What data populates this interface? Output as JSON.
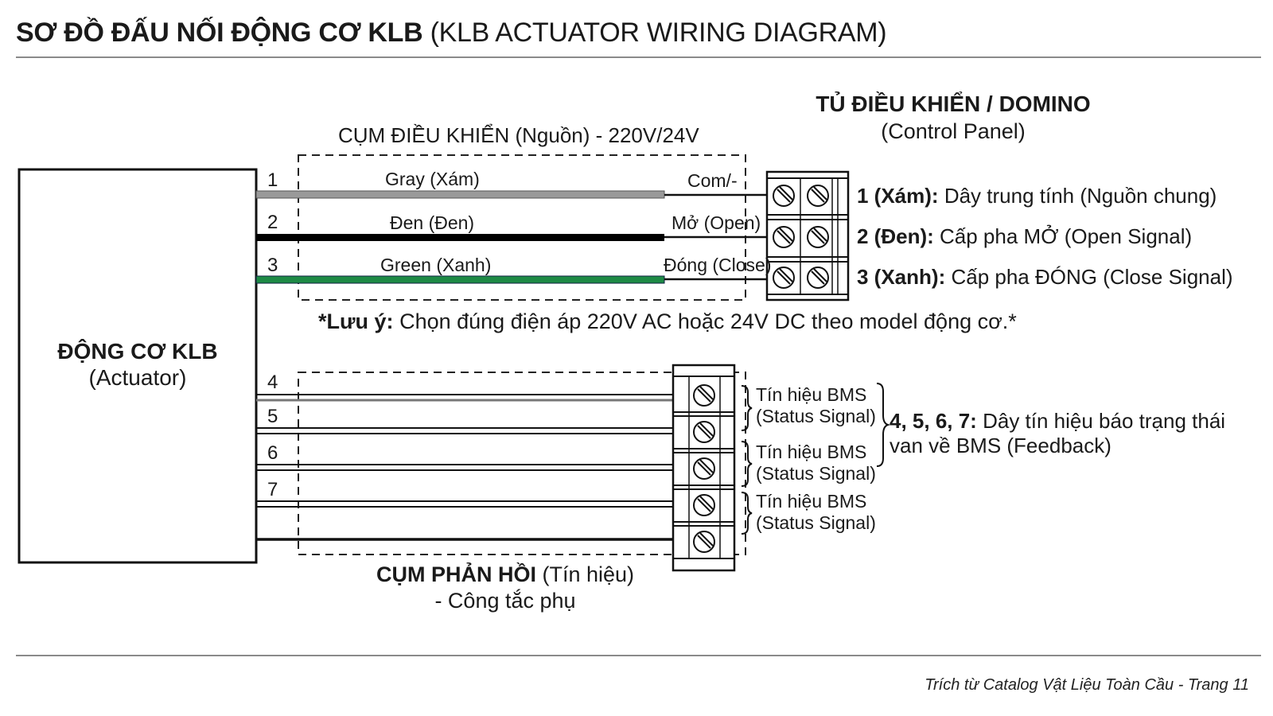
{
  "header": {
    "title_bold": "SƠ ĐỒ ĐẤU NỐI ĐỘNG CƠ KLB",
    "title_regular": "(KLB ACTUATOR WIRING DIAGRAM)"
  },
  "actuator": {
    "name": "ĐỘNG CƠ KLB",
    "subtitle": "(Actuator)"
  },
  "control_group": {
    "title": "CỤM ĐIỀU KHIỂN (Nguồn) - 220V/24V",
    "wires": [
      {
        "number": "1",
        "label": "Gray (Xám)",
        "terminal": "Com/-",
        "color": "#9a9a9a"
      },
      {
        "number": "2",
        "label": "Đen (Đen)",
        "terminal": "Mở (Open)",
        "color": "#000000"
      },
      {
        "number": "3",
        "label": "Green (Xanh)",
        "terminal": "Đóng (Close)",
        "color": "#1e8a45"
      }
    ]
  },
  "control_panel": {
    "title": "TỦ ĐIỀU KHIỂN / DOMINO",
    "subtitle": "(Control Panel)",
    "descriptions": [
      {
        "key": "1 (Xám):",
        "text": "Dây trung tính (Nguồn chung)"
      },
      {
        "key": "2 (Đen):",
        "text": "Cấp pha MỞ (Open Signal)"
      },
      {
        "key": "3 (Xanh):",
        "text": "Cấp pha ĐÓNG (Close Signal)"
      }
    ]
  },
  "note": {
    "prefix": "*Lưu ý:",
    "text": "Chọn đúng điện áp 220V AC hoặc 24V DC theo model động cơ.*"
  },
  "feedback_group": {
    "title_bold": "CỤM PHẢN HỒI",
    "title_regular": "(Tín hiệu)",
    "subtitle": "- Công tắc phụ",
    "wires": [
      {
        "number": "4"
      },
      {
        "number": "5"
      },
      {
        "number": "6"
      },
      {
        "number": "7"
      }
    ],
    "signals": [
      {
        "line1": "Tín hiệu BMS",
        "line2": "(Status Signal)"
      },
      {
        "line1": "Tín hiệu BMS",
        "line2": "(Status Signal)"
      },
      {
        "line1": "Tín hiệu BMS",
        "line2": "(Status Signal)"
      }
    ],
    "summary_key": "4, 5, 6, 7:",
    "summary_line1": "Dây tín hiệu báo trạng thái",
    "summary_line2": "van về BMS (Feedback)"
  },
  "footer": {
    "source": "Trích từ Catalog Vật Liệu Toàn Cầu - Trang 11"
  }
}
